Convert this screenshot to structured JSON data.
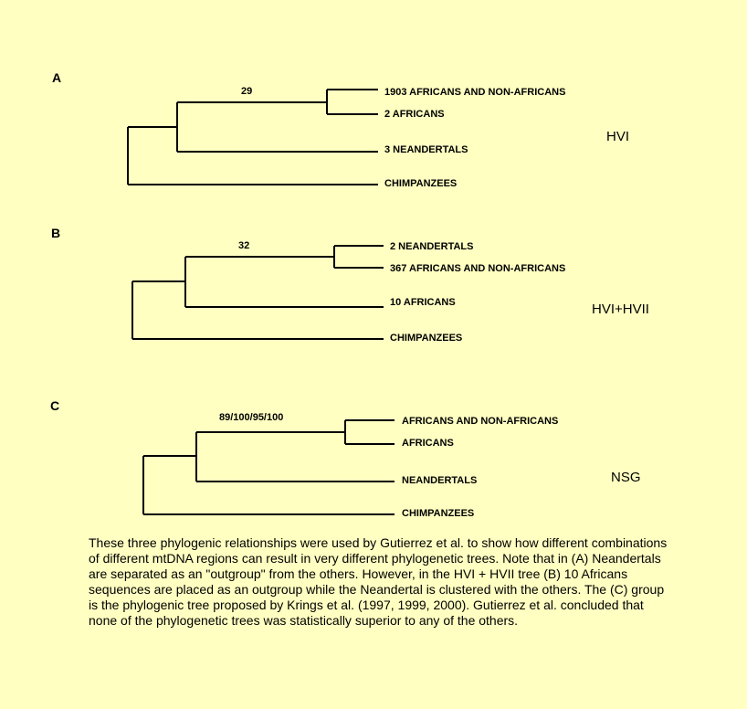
{
  "panels": [
    {
      "label": "A",
      "support": "29",
      "region": "HVI",
      "leaves": [
        "1903 AFRICANS AND NON-AFRICANS",
        "2 AFRICANS",
        "3 NEANDERTALS",
        "CHIMPANZEES"
      ]
    },
    {
      "label": "B",
      "support": "32",
      "region": "HVI+HVII",
      "leaves": [
        "2 NEANDERTALS",
        "367 AFRICANS AND NON-AFRICANS",
        "10 AFRICANS",
        "CHIMPANZEES"
      ]
    },
    {
      "label": "C",
      "support": "89/100/95/100",
      "region": "NSG",
      "leaves": [
        "AFRICANS AND NON-AFRICANS",
        "AFRICANS",
        "NEANDERTALS",
        "CHIMPANZEES"
      ]
    }
  ],
  "caption": "These three phylogenic relationships were used by Gutierrez et al. to show how different combinations of different mtDNA regions can result in very different phylogenetic trees. Note that in (A) Neandertals are separated as an \"outgroup\" from the others.  However, in the HVI  + HVII tree (B) 10 Africans sequences are placed as an outgroup while the Neandertal is clustered with the others.  The (C) group is the phylogenic tree proposed by Krings et al.  (1997, 1999, 2000).  Gutierrez et al. concluded that none of the phylogenetic trees was statistically superior to any of the others."
}
